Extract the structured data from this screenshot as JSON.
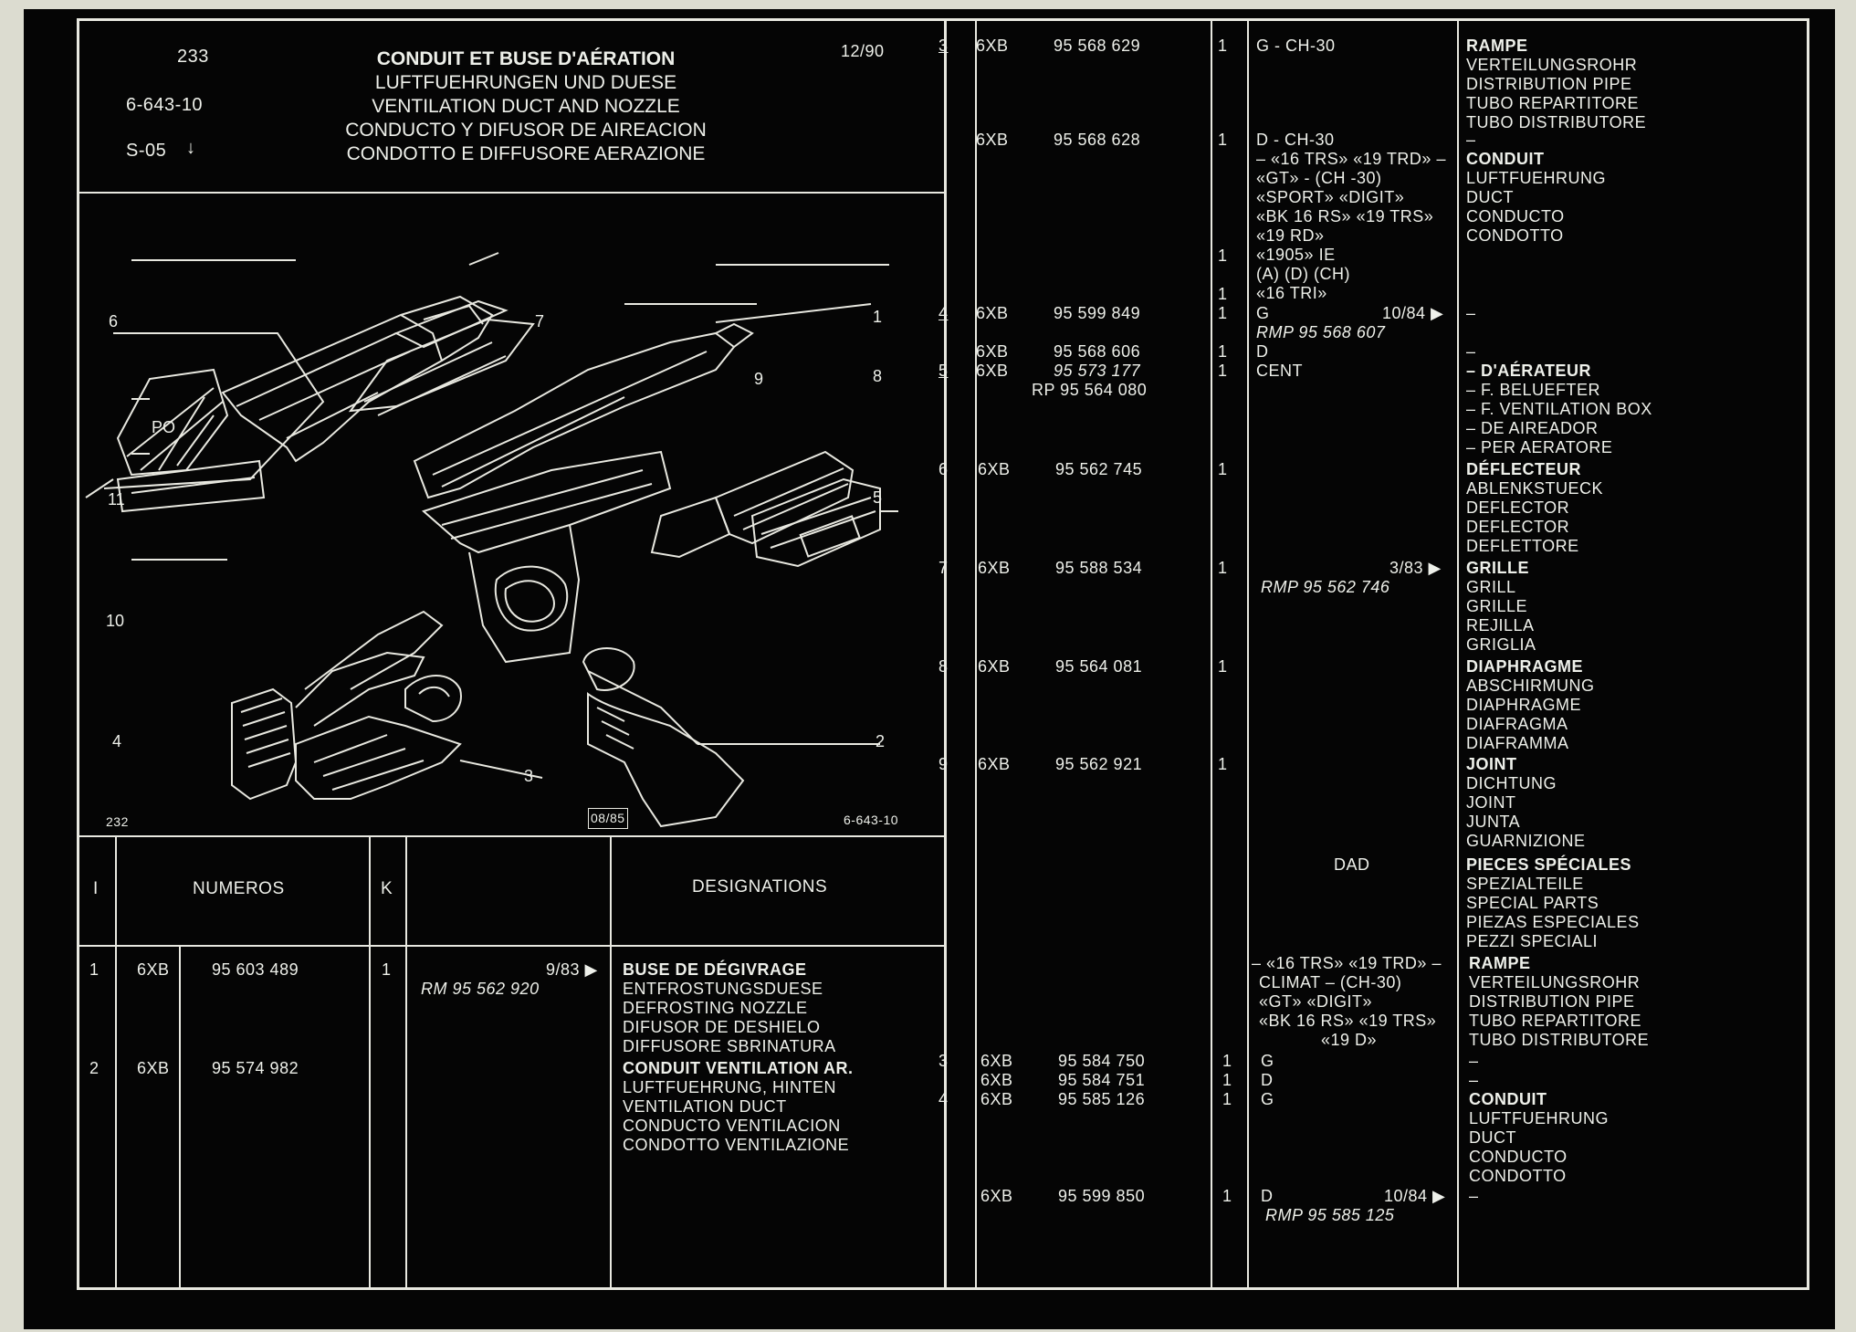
{
  "header": {
    "page": "233",
    "group": "6-643-10",
    "series": "S-05",
    "date": "12/90",
    "title_fr": "CONDUIT ET BUSE D'AÉRATION",
    "title_de": "LUFTFUEHRUNGEN UND DUESE",
    "title_en": "VENTILATION DUCT AND NOZZLE",
    "title_es": "CONDUCTO Y DIFUSOR DE AIREACION",
    "title_it": "CONDOTTO E DIFFUSORE AERAZIONE"
  },
  "diagram": {
    "callouts": [
      "1",
      "2",
      "3",
      "4",
      "5",
      "6",
      "7",
      "8",
      "9",
      "10",
      "11"
    ],
    "inset_label": "PO",
    "page_ref": "232",
    "date_ref": "08/85",
    "fig_ref": "6-643-10"
  },
  "table_header": {
    "col_i": "I",
    "col_numbers": "NUMEROS",
    "col_k": "K",
    "col_designations": "DESIGNATIONS"
  },
  "left_rows": [
    {
      "item": "1",
      "prefix": "6XB",
      "number": "95 603 489",
      "k": "1",
      "date": "9/83 ▶",
      "ref": "RM 95 562 920",
      "designations": [
        "BUSE DE DÉGIVRAGE",
        "ENTFROSTUNGSDUESE",
        "DEFROSTING NOZZLE",
        "DIFUSOR DE DESHIELO",
        "DIFFUSORE SBRINATURA"
      ]
    },
    {
      "item": "2",
      "prefix": "6XB",
      "number": "95 574 982",
      "k": "",
      "designations": [
        "CONDUIT VENTILATION AR.",
        "LUFTFUEHRUNG, HINTEN",
        "VENTILATION DUCT",
        "CONDUCTO VENTILACION",
        "CONDOTTO VENTILAZIONE"
      ]
    }
  ],
  "right": {
    "r1": {
      "item": "3",
      "prefix": "6XB",
      "number": "95 568 629",
      "qty": "1",
      "remark": "G - CH-30",
      "des": [
        "RAMPE",
        "VERTEILUNGSROHR",
        "DISTRIBUTION PIPE",
        "TUBO REPARTITORE",
        "TUBO DISTRIBUTORE"
      ]
    },
    "r2": {
      "prefix": "6XB",
      "number": "95 568 628",
      "qty": "1",
      "remark": [
        "D - CH-30",
        "– «16 TRS» «19 TRD» –",
        "«GT» - (CH -30)",
        "«SPORT» «DIGIT»",
        "«BK 16 RS» «19 TRS»",
        "«19 RD»",
        "«1905» IE",
        "(A) (D) (CH)",
        "«16 TRI»"
      ],
      "qty2": "1",
      "qty3": "1",
      "des": [
        "–",
        "CONDUIT",
        "LUFTFUEHRUNG",
        "DUCT",
        "CONDUCTO",
        "CONDOTTO"
      ]
    },
    "r3": {
      "item": "4",
      "prefix": "6XB",
      "number": "95 599 849",
      "qty": "1",
      "remark": "G",
      "date": "10/84 ▶",
      "ref": "RMP 95 568 607",
      "des": "–"
    },
    "r4": {
      "prefix": "6XB",
      "number": "95 568 606",
      "qty": "1",
      "remark": "D",
      "des": "–"
    },
    "r5": {
      "item": "5",
      "prefix": "6XB",
      "number": "95 573 177",
      "ref": "RP 95 564 080",
      "qty": "1",
      "remark": "CENT",
      "des": [
        "– D'AÉRATEUR",
        "– F. BELUEFTER",
        "– F. VENTILATION BOX",
        "– DE AIREADOR",
        "– PER AERATORE"
      ]
    },
    "r6": {
      "item": "6",
      "prefix": "6XB",
      "number": "95 562 745",
      "qty": "1",
      "des": [
        "DÉFLECTEUR",
        "ABLENKSTUECK",
        "DEFLECTOR",
        "DEFLECTOR",
        "DEFLETTORE"
      ]
    },
    "r7": {
      "item": "7",
      "prefix": "6XB",
      "number": "95 588 534",
      "qty": "1",
      "date": "3/83 ▶",
      "ref": "RMP 95 562 746",
      "des": [
        "GRILLE",
        "GRILL",
        "GRILLE",
        "REJILLA",
        "GRIGLIA"
      ]
    },
    "r8": {
      "item": "8",
      "prefix": "6XB",
      "number": "95 564 081",
      "qty": "1",
      "des": [
        "DIAPHRAGME",
        "ABSCHIRMUNG",
        "DIAPHRAGME",
        "DIAFRAGMA",
        "DIAFRAMMA"
      ]
    },
    "r9": {
      "item": "9",
      "prefix": "6XB",
      "number": "95 562 921",
      "qty": "1",
      "des": [
        "JOINT",
        "DICHTUNG",
        "JOINT",
        "JUNTA",
        "GUARNIZIONE"
      ]
    },
    "dad": {
      "label": "DAD",
      "des": [
        "PIECES SPÉCIALES",
        "SPEZIALTEILE",
        "SPECIAL PARTS",
        "PIEZAS ESPECIALES",
        "PEZZI SPECIALI"
      ]
    },
    "dad_group": {
      "remark": [
        "– «16 TRS» «19 TRD» –",
        "CLIMAT – (CH-30)",
        "«GT» «DIGIT»",
        "«BK 16 RS» «19 TRS»",
        "«19 D»"
      ],
      "des": [
        "RAMPE",
        "VERTEILUNGSROHR",
        "DISTRIBUTION PIPE",
        "TUBO REPARTITORE",
        "TUBO DISTRIBUTORE"
      ]
    },
    "r10": {
      "item": "3",
      "prefix": "6XB",
      "number": "95 584 750",
      "qty": "1",
      "remark": "G",
      "des": "–"
    },
    "r11": {
      "item": "",
      "prefix": "6XB",
      "number": "95 584 751",
      "qty": "1",
      "remark": "D",
      "des": "–"
    },
    "r12": {
      "item": "4",
      "prefix": "6XB",
      "number": "95 585 126",
      "qty": "1",
      "remark": "G",
      "des": [
        "CONDUIT",
        "LUFTFUEHRUNG",
        "DUCT",
        "CONDUCTO",
        "CONDOTTO"
      ]
    },
    "r13": {
      "prefix": "6XB",
      "number": "95 599 850",
      "qty": "1",
      "remark": "D",
      "date": "10/84 ▶",
      "ref": "RMP 95 585 125",
      "des": "–"
    }
  }
}
